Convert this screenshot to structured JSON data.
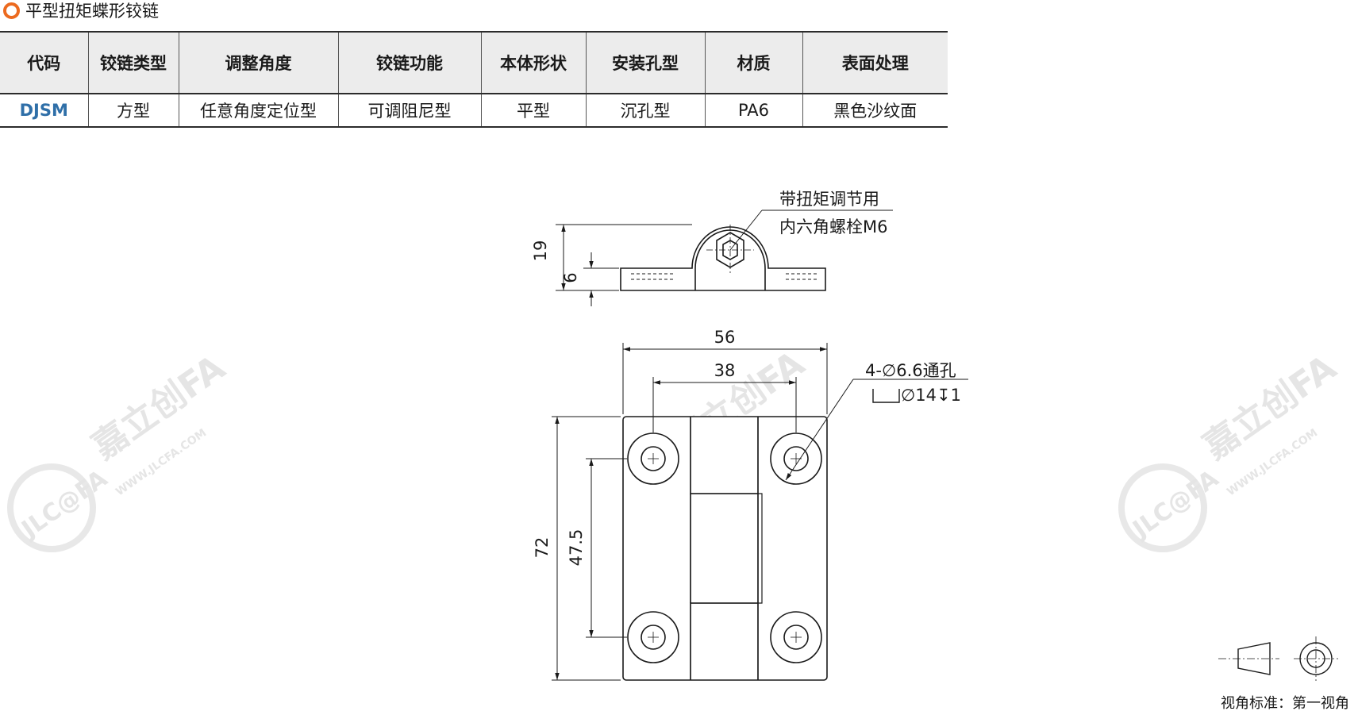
{
  "title": "平型扭矩蝶形铰链",
  "table": {
    "headers": [
      "代码",
      "铰链类型",
      "调整角度",
      "铰链功能",
      "本体形状",
      "安装孔型",
      "材质",
      "表面处理"
    ],
    "row": [
      "DJSM",
      "方型",
      "任意角度定位型",
      "可调阻尼型",
      "平型",
      "沉孔型",
      "PA6",
      "黑色沙纹面"
    ]
  },
  "drawing": {
    "callout_line1": "带扭矩调节用",
    "callout_line2": "内六角螺栓M6",
    "dim_height_side": "19",
    "dim_flange": "6",
    "dim_width_total": "56",
    "dim_hole_spacing_x": "38",
    "dim_height_total": "72",
    "dim_hole_spacing_y": "47.5",
    "hole_note_line1": "4-∅6.6通孔",
    "hole_note_line2": "∅14↧1",
    "projection_label": "视角标准：第一视角"
  },
  "watermark": {
    "brand": "嘉立创FA",
    "logo": "JLC@FA",
    "url": "WWW.JLCFA.COM"
  }
}
